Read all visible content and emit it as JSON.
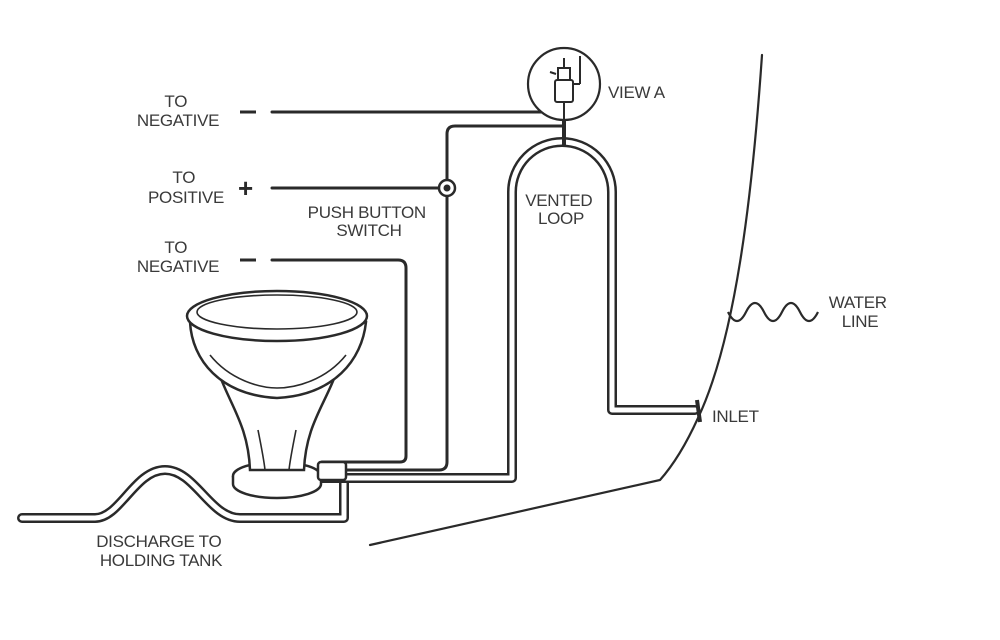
{
  "labels": {
    "to_negative_top": [
      "TO",
      "NEGATIVE"
    ],
    "to_positive": [
      "TO",
      "POSITIVE"
    ],
    "to_negative_bottom": [
      "TO",
      "NEGATIVE"
    ],
    "push_button_switch": [
      "PUSH BUTTON",
      "SWITCH"
    ],
    "vented_loop": [
      "VENTED",
      "LOOP"
    ],
    "view_a": "VIEW A",
    "water_line": [
      "WATER",
      "LINE"
    ],
    "inlet": "INLET",
    "discharge": [
      "DISCHARGE TO",
      "HOLDING TANK"
    ]
  },
  "signs": {
    "negative_top": "−",
    "positive": "+",
    "negative_bottom": "−"
  }
}
